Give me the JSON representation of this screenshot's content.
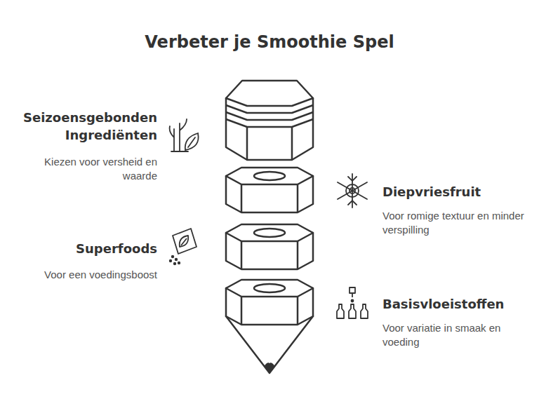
{
  "diagram": {
    "title": "Verbeter je Smoothie Spel",
    "labels": [
      "Seizoensgebonden Ingrediënten",
      "Kiezen voor versheid en waarde",
      "Diepvriesfruit",
      "Voor romige textuur en minder verspilling",
      "Superfoods",
      "Voor een voedingsboost",
      "Basisvloeistoffen",
      "Voor variatie in smaak en voeding"
    ]
  }
}
